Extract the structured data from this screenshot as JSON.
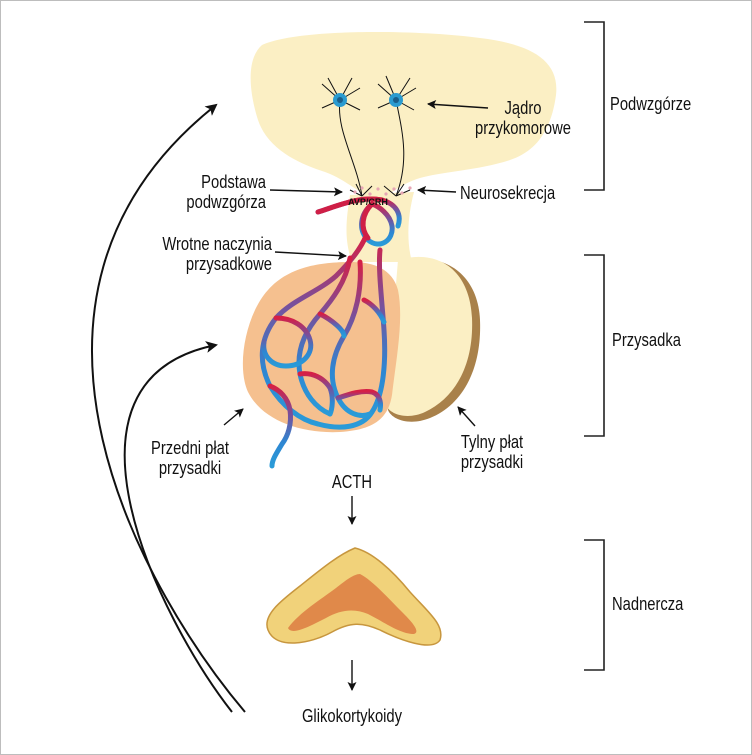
{
  "labels": {
    "podwzgorze": "Podwzgórze",
    "przysadka": "Przysadka",
    "nadnercza": "Nadnercza",
    "jadro_1": "Jądro",
    "jadro_2": "przykomorowe",
    "neurosekrecja": "Neurosekrecja",
    "podstawa_1": "Podstawa",
    "podstawa_2": "podwzgórza",
    "wrotne_1": "Wrotne naczynia",
    "wrotne_2": "przysadkowe",
    "avp_crh": "AVP/CRH",
    "przedni_1": "Przedni płat",
    "przedni_2": "przysadki",
    "tylny_1": "Tylny płat",
    "tylny_2": "przysadki",
    "acth": "ACTH",
    "glikokortykoidy": "Glikokortykoidy"
  },
  "colors": {
    "hypothalamus_fill": "#fbefc4",
    "anterior_pituitary_fill": "#f5c08f",
    "posterior_pituitary_shadow": "#a9814a",
    "portal_vessel_blue": "#2b8fd6",
    "portal_vessel_red": "#cf1f46",
    "neuron_blue": "#2a9bd0",
    "adrenal_outer": "#f1d27a",
    "adrenal_inner": "#e0894a",
    "arrow": "#111111"
  }
}
